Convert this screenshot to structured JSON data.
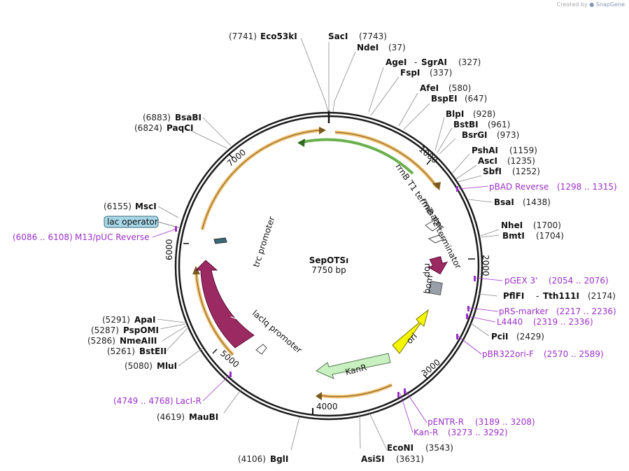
{
  "brand": {
    "created_by": "Created by",
    "name": "SnapGene"
  },
  "plasmid": {
    "name": "SepOTSı",
    "size": "7750 bp"
  },
  "ticks": [
    "1000",
    "2000",
    "3000",
    "4000",
    "5000",
    "6000",
    "7000"
  ],
  "sites": [
    {
      "name": "Eco53kI",
      "pos": "(7741)"
    },
    {
      "name": "SacI",
      "pos": "(7743)"
    },
    {
      "name": "NdeI",
      "pos": "(37)"
    },
    {
      "name": "AgeI",
      "name2": "SgrAI",
      "pos": "(327)"
    },
    {
      "name": "FspI",
      "pos": "(337)"
    },
    {
      "name": "AfeI",
      "pos": "(580)"
    },
    {
      "name": "BspEI",
      "pos": "(647)"
    },
    {
      "name": "BlpI",
      "pos": "(928)"
    },
    {
      "name": "BstBI",
      "pos": "(961)"
    },
    {
      "name": "BsrGI",
      "pos": "(973)"
    },
    {
      "name": "PshAI",
      "pos": "(1159)"
    },
    {
      "name": "AscI",
      "pos": "(1235)"
    },
    {
      "name": "SbfI",
      "pos": "(1252)"
    },
    {
      "name": "BsaI",
      "pos": "(1438)"
    },
    {
      "name": "NheI",
      "pos": "(1700)"
    },
    {
      "name": "BmtI",
      "pos": "(1704)"
    },
    {
      "name": "PflFI",
      "name2": "Tth111I",
      "pos": "(2174)"
    },
    {
      "name": "PciI",
      "pos": "(2429)"
    },
    {
      "name": "EcoNI",
      "pos": "(3543)"
    },
    {
      "name": "AsiSI",
      "pos": "(3631)"
    },
    {
      "name": "BglI",
      "pos": "(4106)"
    },
    {
      "name": "MauBI",
      "pos": "(4619)"
    },
    {
      "name": "MluI",
      "pos": "(5080)"
    },
    {
      "name": "BstEII",
      "pos": "(5261)"
    },
    {
      "name": "NmeAIII",
      "pos": "(5286)"
    },
    {
      "name": "PspOMI",
      "pos": "(5287)"
    },
    {
      "name": "ApaI",
      "pos": "(5291)"
    },
    {
      "name": "MscI",
      "pos": "(6155)"
    },
    {
      "name": "PaqCI",
      "pos": "(6824)"
    },
    {
      "name": "BsaBI",
      "pos": "(6883)"
    }
  ],
  "primers": [
    {
      "name": "pBAD Reverse",
      "range": "(1298 .. 1315)"
    },
    {
      "name": "pGEX 3'",
      "range": "(2054 .. 2076)"
    },
    {
      "name": "pRS-marker",
      "range": "(2217 .. 2236)"
    },
    {
      "name": "L4440",
      "range": "(2319 .. 2336)"
    },
    {
      "name": "pBR322ori-F",
      "range": "(2570 .. 2589)"
    },
    {
      "name": "pENTR-R",
      "range": "(3189 .. 3208)"
    },
    {
      "name": "Kan-R",
      "range": "(3273 .. 3292)"
    },
    {
      "name": "LacI-R",
      "range": "(4749 .. 4768)"
    },
    {
      "name": "M13/pUC Reverse",
      "range": "(6086 .. 6108)"
    }
  ],
  "features": {
    "rrnb_t1": "rrnB T1 terminator",
    "rrnb_t2": "rrnB T2 terminator",
    "rop": "rop",
    "bom": "bom",
    "ori": "ori",
    "kanr": "KanR",
    "laci": "lacI",
    "laciq": "lacIq promoter",
    "trc": "trc promoter",
    "lac_operator": "lac operator"
  },
  "colors": {
    "backbone": "#1a1a1a",
    "orange_arrow": "#f0c070",
    "green_arrow": "#6ab04c",
    "laci": "#9b2a63",
    "rop": "#9b2a63",
    "ori": "#f5f500",
    "kanr": "#c8f0c0",
    "bom": "#9aa0a8",
    "primer": "#9b30c8",
    "lac_operator": "#a8d8e8"
  }
}
